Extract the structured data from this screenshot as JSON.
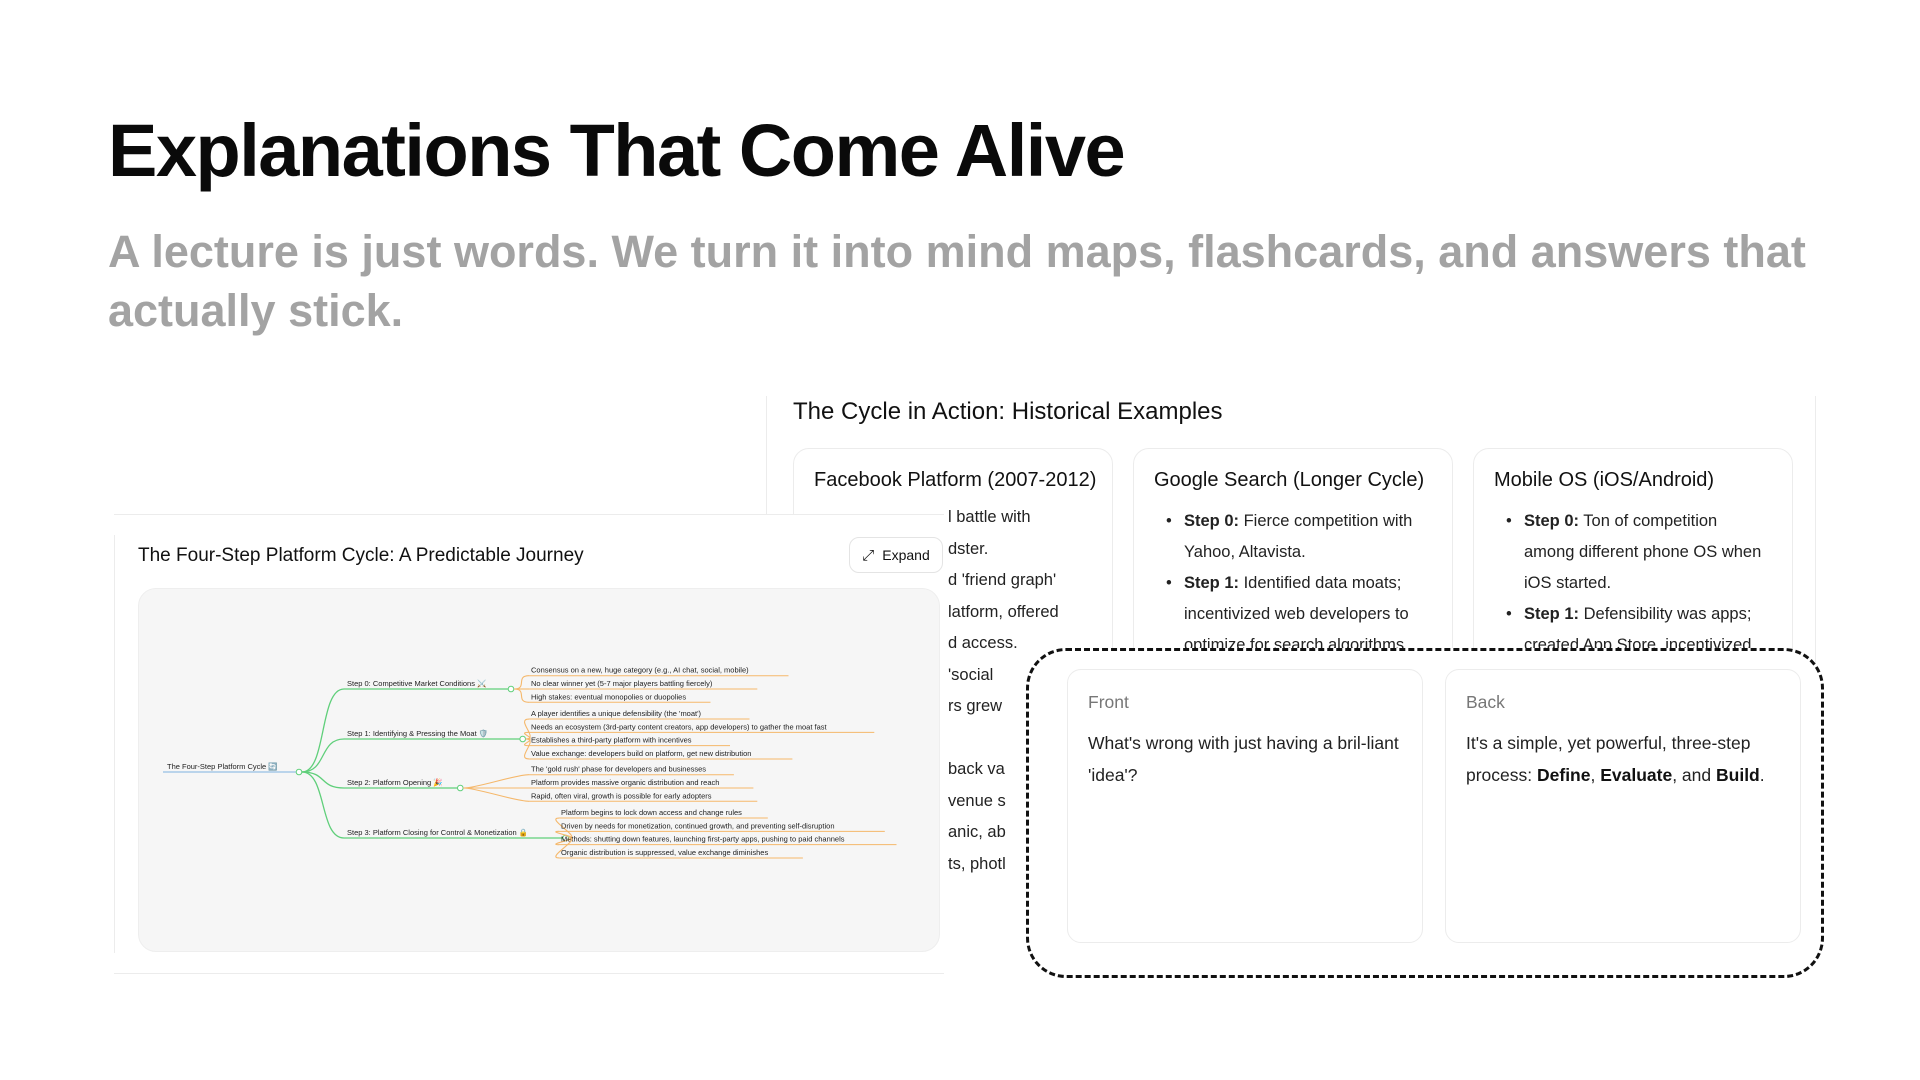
{
  "slide": {
    "title": "Explanations That Come Alive",
    "subtitle": "A lecture is just words. We turn it into mind maps, flashcards, and answers that actually stick."
  },
  "cycle": {
    "title": "The Cycle in Action: Historical Examples",
    "cards": [
      {
        "title": "Facebook Platform (2007-2012)",
        "visible_lines": [
          "l battle with",
          "dster.",
          "d 'friend graph'",
          "latform, offered",
          "d access.",
          "'social",
          "rs grew",
          "",
          "back va",
          "venue s",
          "anic, ab",
          "ts, photl"
        ]
      },
      {
        "title": "Google Search (Longer Cycle)",
        "items": [
          {
            "step": "Step 0:",
            "text": " Fierce competition with Yahoo, Altavista."
          },
          {
            "step": "Step 1:",
            "text": " Identified data moats; incentivized web developers to optimize for search algorithms."
          }
        ]
      },
      {
        "title": "Mobile OS (iOS/Android)",
        "items": [
          {
            "step": "Step 0:",
            "text": " Ton of competition among different phone OS when iOS started."
          },
          {
            "step": "Step 1:",
            "text": " Defensibility was apps; created App Store, incentivized"
          }
        ]
      }
    ]
  },
  "mindmap": {
    "title": "The Four-Step Platform Cycle: A Predictable Journey",
    "expand_label": "Expand",
    "root": "The Four-Step Platform Cycle 🔄",
    "branches": [
      {
        "label": "Step 0: Competitive Market Conditions ⚔️",
        "leaves": [
          "Consensus on a new, huge category (e.g., AI chat, social, mobile)",
          "No clear winner yet (5-7 major players battling fiercely)",
          "High stakes: eventual monopolies or duopolies"
        ]
      },
      {
        "label": "Step 1: Identifying & Pressing the Moat 🛡️",
        "leaves": [
          "A player identifies a unique defensibility (the 'moat')",
          "Needs an ecosystem (3rd-party content creators, app developers) to gather the moat fast",
          "Establishes a third-party platform with incentives",
          "Value exchange: developers build on platform, get new distribution"
        ]
      },
      {
        "label": "Step 2: Platform Opening 🎉",
        "leaves": [
          "The 'gold rush' phase for developers and businesses",
          "Platform provides massive organic distribution and reach",
          "Rapid, often viral, growth is possible for early adopters"
        ]
      },
      {
        "label": "Step 3: Platform Closing for Control & Monetization 🔒",
        "leaves": [
          "Platform begins to lock down access and change rules",
          "Driven by needs for monetization, continued growth, and preventing self-disruption",
          "Methods: shutting down features, launching first-party apps, pushing to paid channels",
          "Organic distribution is suppressed, value exchange diminishes"
        ]
      }
    ],
    "colors": {
      "branch": "#5fcf7a",
      "leaf": "#f5b86b",
      "root": "#7fb3e0"
    }
  },
  "flashcards": {
    "front_label": "Front",
    "front_text": "What's wrong with just having a bril-liant 'idea'?",
    "back_label": "Back",
    "back_text_1": "It's a simple, yet powerful, three-step process: ",
    "back_b1": "Define",
    "back_sep1": ", ",
    "back_b2": "Evaluate",
    "back_sep2": ", and ",
    "back_b3": "Build",
    "back_end": "."
  }
}
